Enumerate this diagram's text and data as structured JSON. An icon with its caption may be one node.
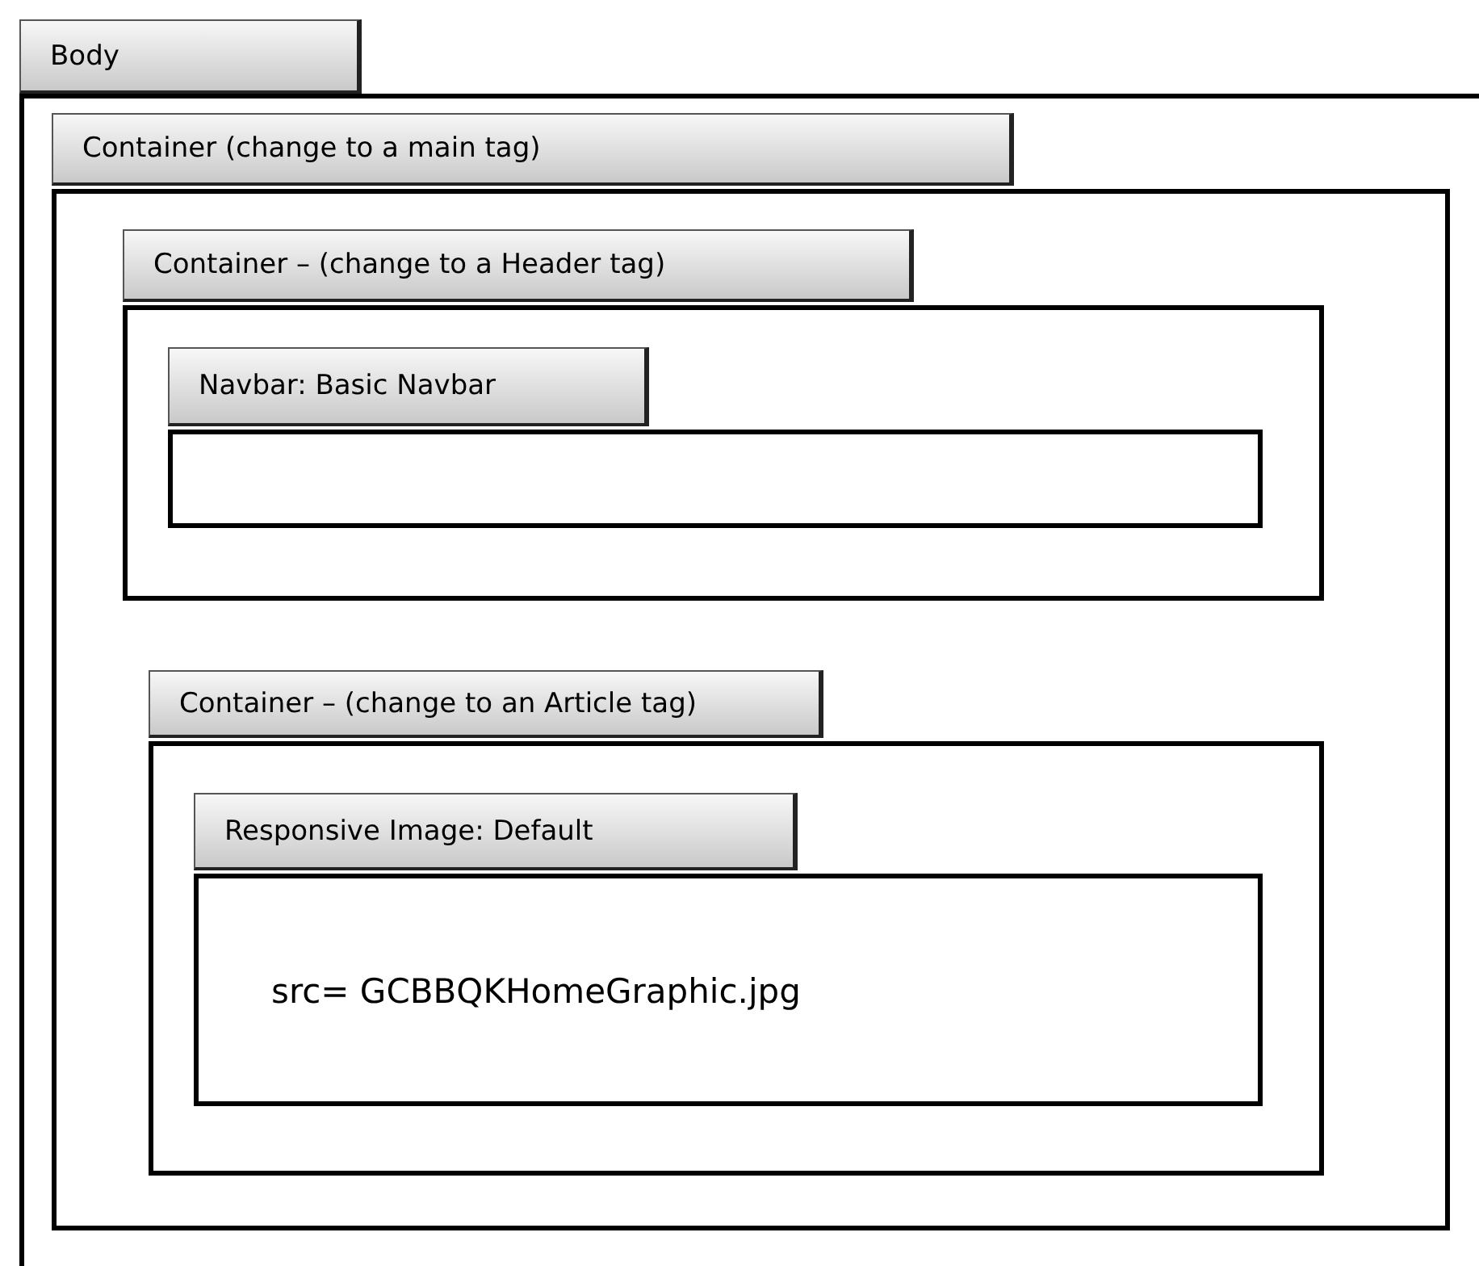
{
  "diagram": {
    "nodes": [
      {
        "text": [
          "Body"
        ]
      },
      {
        "text": [
          "Container (change to a main tag)"
        ],
        "in": 0
      },
      {
        "text": [
          "Container – (change to a Header tag)"
        ],
        "in": 1
      },
      {
        "text": [
          "Navbar: Basic Navbar"
        ],
        "in": 2
      },
      {
        "text": [
          "Container – (change to an Article tag)"
        ],
        "in": 1
      },
      {
        "text": [
          "Responsive Image: Default",
          "src= GCBBQKHomeGraphic.jpg"
        ],
        "in": 4
      }
    ]
  }
}
